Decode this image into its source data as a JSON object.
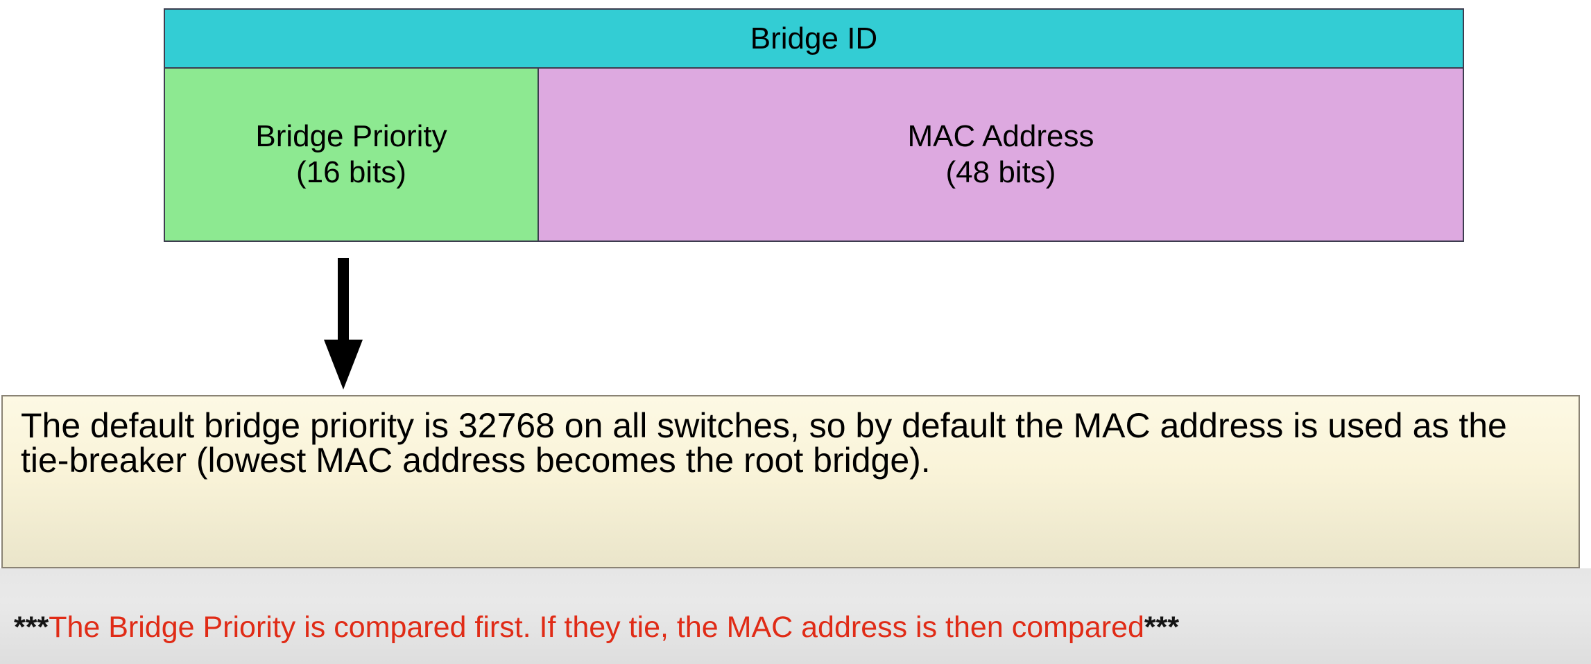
{
  "diagram": {
    "title_row": {
      "label": "Bridge ID",
      "fill": "#33cdd4"
    },
    "fields": [
      {
        "label": "Bridge Priority\n(16 bits)",
        "name": "Bridge Priority",
        "size": "16 bits",
        "fill": "#8de991"
      },
      {
        "label": "MAC Address\n(48 bits)",
        "name": "MAC Address",
        "size": "48 bits",
        "fill": "#dda9e0"
      }
    ],
    "arrow": {
      "icon": "down-arrow-icon",
      "direction": "down",
      "color": "#000000"
    }
  },
  "callout": {
    "text": "The default bridge priority is 32768 on all switches, so by default the MAC address is used as the tie-breaker (lowest MAC address becomes the root bridge).",
    "border_color": "#8a8374",
    "fill_top": "#fdf9e4",
    "fill_bottom": "#eae5ca"
  },
  "footnote": {
    "leading_stars": "***",
    "text": "The Bridge Priority is compared first.  If they tie, the MAC address is then compared",
    "trailing_stars": "***",
    "text_color": "#e02b16",
    "stars_color": "#141414"
  }
}
